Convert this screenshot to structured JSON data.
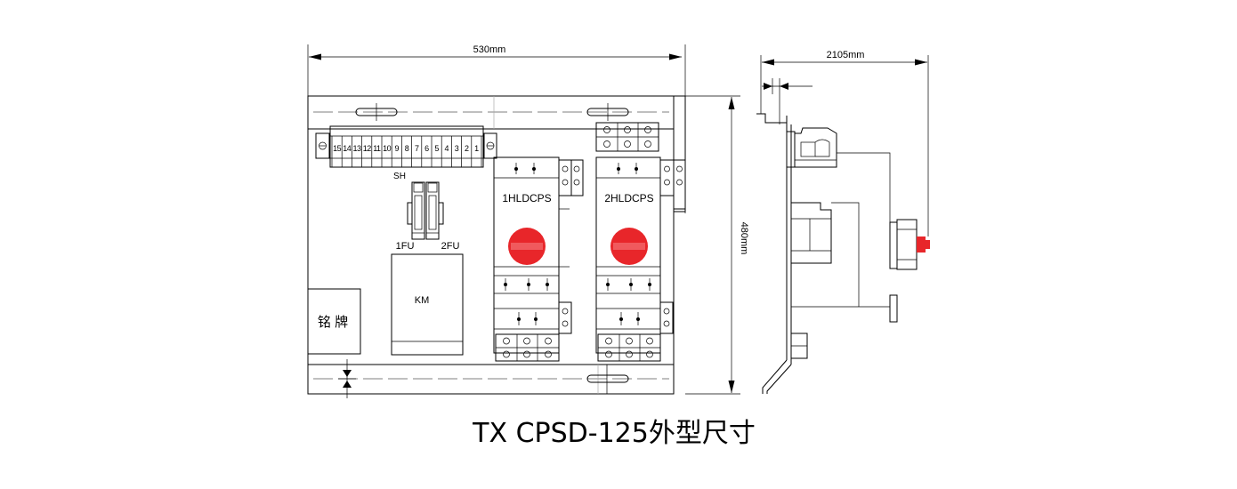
{
  "dimensions": {
    "width": "530mm",
    "height": "480mm",
    "depth": "2105mm"
  },
  "labels": {
    "terminal_numbers": [
      "15",
      "14",
      "13",
      "12",
      "11",
      "10",
      "9",
      "8",
      "7",
      "6",
      "5",
      "4",
      "3",
      "2",
      "1"
    ],
    "terminal_strip": "SH",
    "fuse_1": "1FU",
    "fuse_2": "2FU",
    "contactor": "KM",
    "nameplate": "铭 牌",
    "cps_1": "1HLDCPS",
    "cps_2": "2HLDCPS"
  },
  "caption": "TX CPSD-125外型尺寸",
  "colors": {
    "line": "#000000",
    "knob": "#e8262a"
  }
}
